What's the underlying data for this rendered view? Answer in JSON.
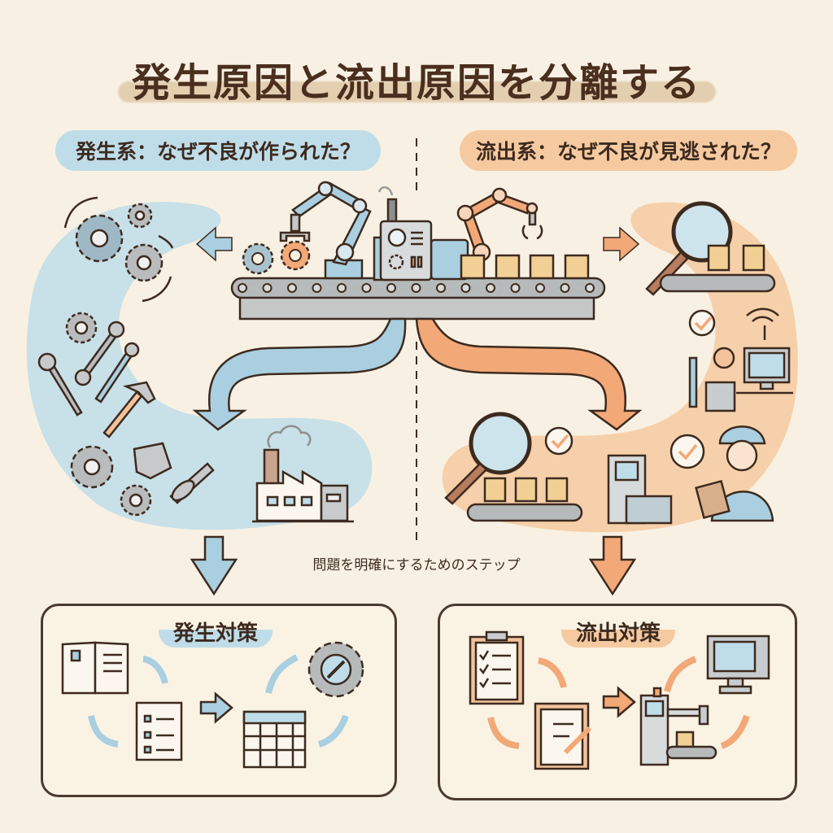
{
  "title": "発生原因と流出原因を分離する",
  "occurrence": {
    "label": "発生系：なぜ不良が作られた？",
    "color": "#bfdde9",
    "icons": [
      "gear-icon",
      "gear-icon",
      "gear-icon",
      "broken-gear-icon",
      "wrench-icon",
      "wrench-icon",
      "adjustable-wrench-icon",
      "hammer-icon",
      "gear-icon",
      "gear-icon",
      "broken-part-icon",
      "shaft-part-icon",
      "factory-icon"
    ],
    "countermeasure": {
      "heading": "発生対策",
      "steps": [
        "manual-book-icon",
        "checklist-notepad-icon",
        "calendar-icon",
        "gear-wrench-icon"
      ]
    }
  },
  "outflow": {
    "label": "流出系：なぜ不良が見逃された？",
    "color": "#f6caa0",
    "icons": [
      "magnifier-icon",
      "conveyor-icon",
      "check-icon",
      "wifi-icon",
      "inspector-icon",
      "monitor-icon",
      "magnifier-icon",
      "check-icon",
      "inspection-machine-icon",
      "check-bubble-icon",
      "worker-clipboard-icon"
    ],
    "countermeasure": {
      "heading": "流出対策",
      "steps": [
        "checklist-clipboard-icon",
        "clipboard-pencil-icon",
        "automated-inspection-machine-icon",
        "monitor-icon"
      ]
    }
  },
  "center": {
    "icons": [
      "robot-arm-icon",
      "control-panel-icon",
      "robot-arm-icon",
      "conveyor-belt-icon",
      "box-icon"
    ]
  },
  "caption": "問題を明確にするためのステップ",
  "colors": {
    "background": "#f8f1e3",
    "blue": "#a9d0e3",
    "orange": "#f2a877",
    "ink": "#3d2a1f"
  }
}
